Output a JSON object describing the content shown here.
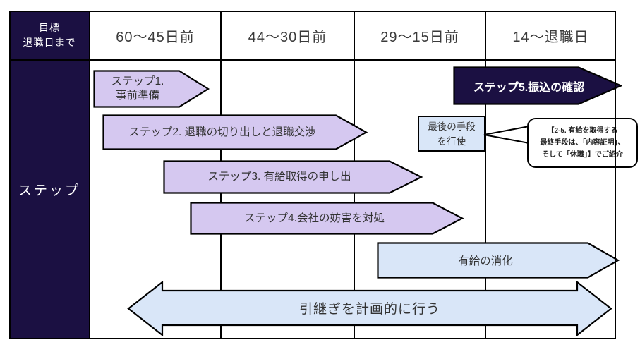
{
  "colors": {
    "navy": "#1b1042",
    "lavender": "#d5c8f0",
    "lightblue": "#d9e6f8",
    "line": "#000000",
    "text": "#333333"
  },
  "header": {
    "corner": {
      "line1": "目標",
      "line2": "退職日まで"
    },
    "columns": [
      {
        "label": "60〜45日前"
      },
      {
        "label": "44〜30日前"
      },
      {
        "label": "29〜15日前"
      },
      {
        "label": "14〜退職日"
      }
    ]
  },
  "sidebar": {
    "label": "ステップ"
  },
  "steps": {
    "step1": {
      "line1": "ステップ1.",
      "line2": "事前準備"
    },
    "step2": {
      "label": "ステップ2. 退職の切り出しと退職交渉"
    },
    "step3": {
      "label": "ステップ3. 有給取得の申し出"
    },
    "step4": {
      "label": "ステップ4.会社の妨害を対処"
    },
    "step5": {
      "label": "ステップ5.振込の確認"
    },
    "last_resort": {
      "line1": "最後の手段",
      "line2": "を行使"
    },
    "callout": {
      "line1": "【2-5. 有給を取得する",
      "line2": "最終手段は、「内容証明」、",
      "line3": "そして「休職」】でご紹介"
    },
    "paid_leave": {
      "label": "有給の消化"
    },
    "handover": {
      "label": "引継ぎを計画的に行う"
    }
  }
}
